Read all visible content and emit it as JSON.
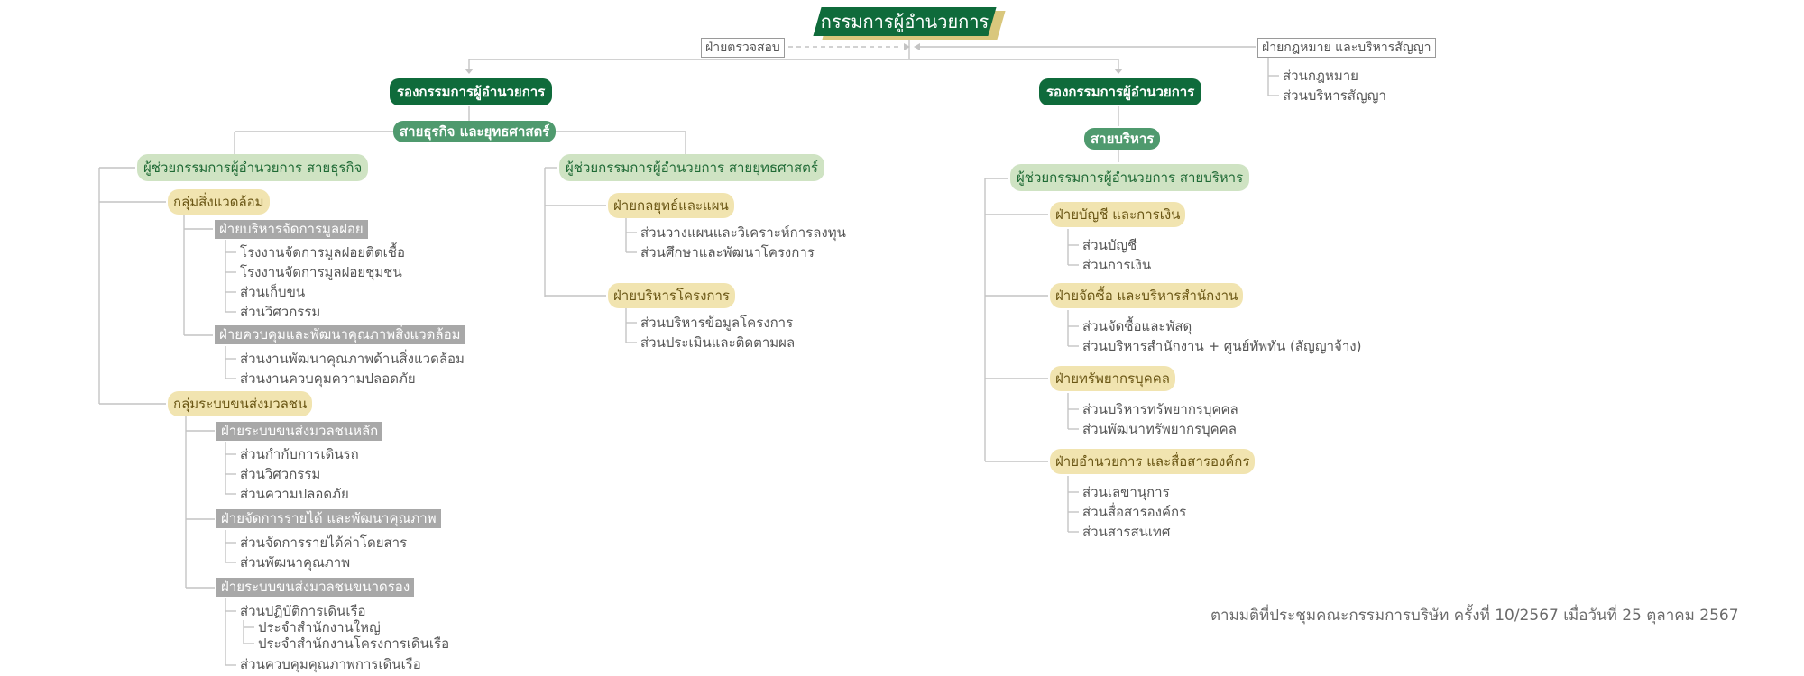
{
  "top": "กรรมการผู้อำนวยการ",
  "audit": "ฝ่ายตรวจสอบ",
  "legal": {
    "title": "ฝ่ายกฎหมาย และบริหารสัญญา",
    "items": [
      "ส่วนกฎหมาย",
      "ส่วนบริหารสัญญา"
    ]
  },
  "left": {
    "vp": "รองกรรมการผู้อำนวยการ",
    "line": "สายธุรกิจ และยุทธศาสตร์",
    "business": {
      "asst": "ผู้ช่วยกรรมการผู้อำนวยการ สายธุรกิจ",
      "env": {
        "title": "กลุ่มสิ่งแวดล้อม",
        "d1": {
          "title": "ฝ่ายบริหารจัดการมูลฝอย",
          "items": [
            "โรงงานจัดการมูลฝอยติดเชื้อ",
            "โรงงานจัดการมูลฝอยชุมชน",
            "ส่วนเก็บขน",
            "ส่วนวิศวกรรม"
          ]
        },
        "d2": {
          "title": "ฝ่ายควบคุมและพัฒนาคุณภาพสิ่งแวดล้อม",
          "items": [
            "ส่วนงานพัฒนาคุณภาพด้านสิ่งแวดล้อม",
            "ส่วนงานควบคุมความปลอดภัย"
          ]
        }
      },
      "transit": {
        "title": "กลุ่มระบบขนส่งมวลชน",
        "d1": {
          "title": "ฝ่ายระบบขนส่งมวลชนหลัก",
          "items": [
            "ส่วนกำกับการเดินรถ",
            "ส่วนวิศวกรรม",
            "ส่วนความปลอดภัย"
          ]
        },
        "d2": {
          "title": "ฝ่ายจัดการรายได้ และพัฒนาคุณภาพ",
          "items": [
            "ส่วนจัดการรายได้ค่าโดยสาร",
            "ส่วนพัฒนาคุณภาพ"
          ]
        },
        "d3": {
          "title": "ฝ่ายระบบขนส่งมวลชนขนาดรอง",
          "ops": "ส่วนปฏิบัติการเดินเรือ",
          "sub": [
            "ประจำสำนักงานใหญ่",
            "ประจำสำนักงานโครงการเดินเรือ"
          ],
          "last": "ส่วนควบคุมคุณภาพการเดินเรือ"
        }
      }
    },
    "strategy": {
      "asst": "ผู้ช่วยกรรมการผู้อำนวยการ สายยุทธศาสตร์",
      "d1": {
        "title": "ฝ่ายกลยุทธ์และแผน",
        "items": [
          "ส่วนวางแผนและวิเคราะห์การลงทุน",
          "ส่วนศึกษาและพัฒนาโครงการ"
        ]
      },
      "d2": {
        "title": "ฝ่ายบริหารโครงการ",
        "items": [
          "ส่วนบริหารข้อมูลโครงการ",
          "ส่วนประเมินและติดตามผล"
        ]
      }
    }
  },
  "right": {
    "vp": "รองกรรมการผู้อำนวยการ",
    "line": "สายบริหาร",
    "asst": "ผู้ช่วยกรรมการผู้อำนวยการ สายบริหาร",
    "d1": {
      "title": "ฝ่ายบัญชี และการเงิน",
      "items": [
        "ส่วนบัญชี",
        "ส่วนการเงิน"
      ]
    },
    "d2": {
      "title": "ฝ่ายจัดซื้อ และบริหารสำนักงาน",
      "items": [
        "ส่วนจัดซื้อและพัสดุ",
        "ส่วนบริหารสำนักงาน + ศูนย์ทัพทัน (สัญญาจ้าง)"
      ]
    },
    "d3": {
      "title": "ฝ่ายทรัพยากรบุคคล",
      "items": [
        "ส่วนบริหารทรัพยากรบุคคล",
        "ส่วนพัฒนาทรัพยากรบุคคล"
      ]
    },
    "d4": {
      "title": "ฝ่ายอำนวยการ และสื่อสารองค์กร",
      "items": [
        "ส่วนเลขานุการ",
        "ส่วนสื่อสารองค์กร",
        "ส่วนสารสนเทศ"
      ]
    }
  },
  "note": "ตามมติที่ประชุมคณะกรรมการบริษัท ครั้งที่ 10/2567 เมื่อวันที่ 25 ตุลาคม 2567"
}
